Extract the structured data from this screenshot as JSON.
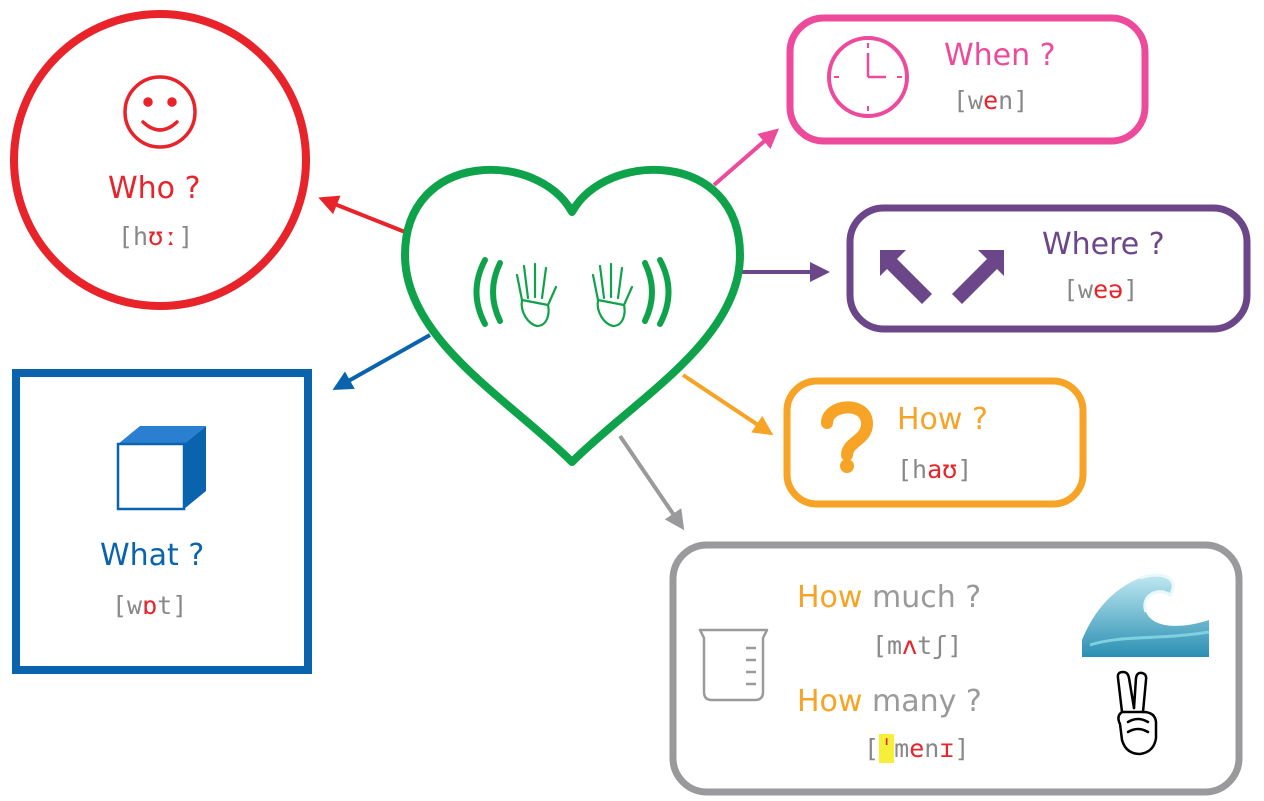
{
  "colors": {
    "who": "#e8232a",
    "what": "#0a64ad",
    "when": "#ee4a9b",
    "where": "#6b4689",
    "how": "#f7a325",
    "howmuch": "#9a9a9c",
    "center": "#0ea34a",
    "ipa_text": "#888888",
    "ipa_highlight": "#e8232a",
    "stress_mark_bg": "#f5ef3a"
  },
  "center": {
    "icon": "waving-hands-icon",
    "shape": "heart"
  },
  "who": {
    "word": "Who ?",
    "ipa_open": "[h",
    "ipa_hl": "ʊː",
    "ipa_close": "]",
    "icon": "smiley-icon"
  },
  "what": {
    "word": "What ?",
    "ipa_open": "[w",
    "ipa_hl": "ɒ",
    "ipa_close": "t]",
    "icon": "cube-icon"
  },
  "when": {
    "word": "When ?",
    "ipa_open": "[w",
    "ipa_hl": "e",
    "ipa_close": "n]",
    "icon": "clock-icon"
  },
  "where": {
    "word": "Where ?",
    "ipa_open": "[w",
    "ipa_hl": "eə",
    "ipa_close": "]",
    "icon": "arrows-icon"
  },
  "how": {
    "word": "How ?",
    "ipa_open": "[h",
    "ipa_hl": "aʊ",
    "ipa_close": "]",
    "icon": "question-mark-icon"
  },
  "howmuch": {
    "how": "How",
    "rest": "much ?",
    "ipa_open": "[m",
    "ipa_hl": "ʌ",
    "ipa_close": "tʃ]",
    "icon": "wave-icon"
  },
  "howmany": {
    "how": "How",
    "rest": "many ?",
    "ipa_open": "[",
    "ipa_stress": "ˈ",
    "ipa_mid": "m",
    "ipa_hl": "e",
    "ipa_mid2": "n",
    "ipa_hl2": "ɪ",
    "ipa_close": "]",
    "icon": "peace-hand-icon"
  },
  "quantity_icon": "measuring-beaker-icon"
}
